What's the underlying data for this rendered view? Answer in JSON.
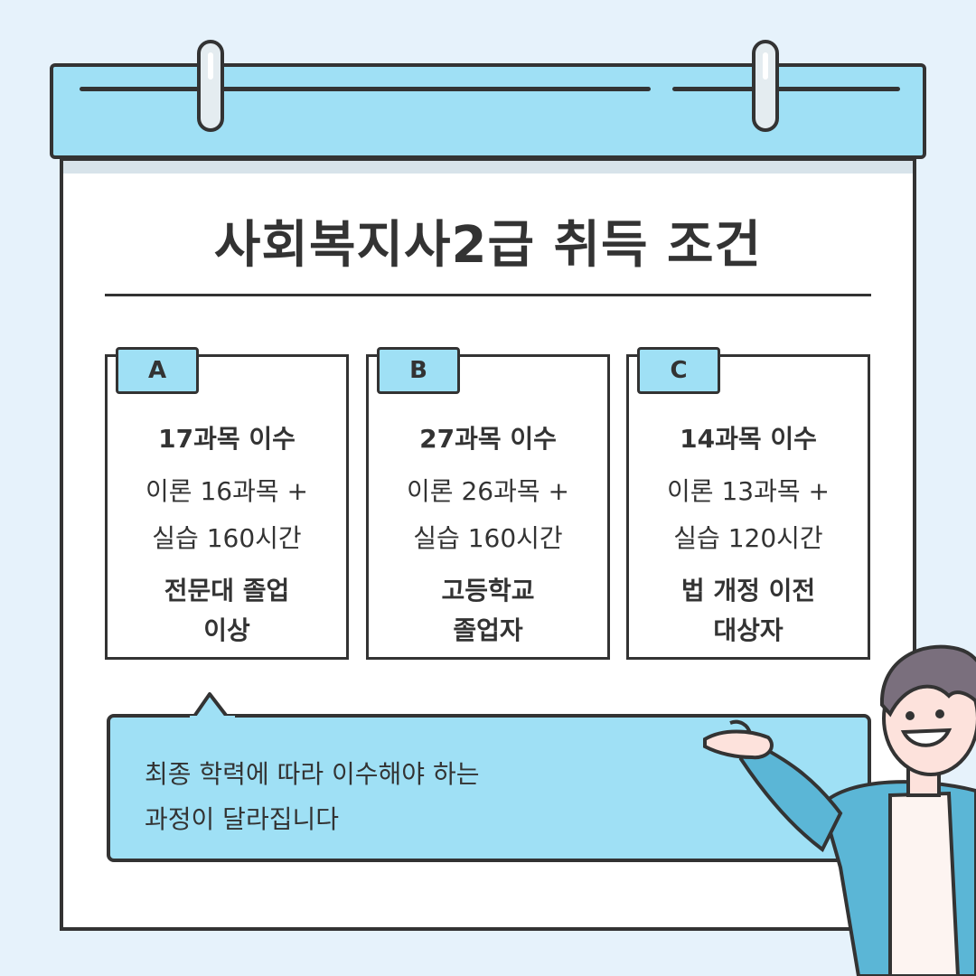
{
  "title": "사회복지사2급 취득 조건",
  "cards": [
    {
      "tab": "A",
      "heading": "17과목 이수",
      "line1": "이론 16과목 +",
      "line2": "실습 160시간",
      "cond1": "전문대 졸업",
      "cond2": "이상"
    },
    {
      "tab": "B",
      "heading": "27과목 이수",
      "line1": "이론 26과목 +",
      "line2": "실습 160시간",
      "cond1": "고등학교",
      "cond2": "졸업자"
    },
    {
      "tab": "C",
      "heading": "14과목 이수",
      "line1": "이론 13과목 +",
      "line2": "실습 120시간",
      "cond1": "법 개정 이전",
      "cond2": "대상자"
    }
  ],
  "note": {
    "line1": "최종 학력에 따라 이수해야 하는",
    "line2": "과정이 달라집니다"
  },
  "colors": {
    "accent": "#9fe0f5",
    "outline": "#333333",
    "background": "#e6f2fb",
    "jacket": "#5bb6d6"
  }
}
